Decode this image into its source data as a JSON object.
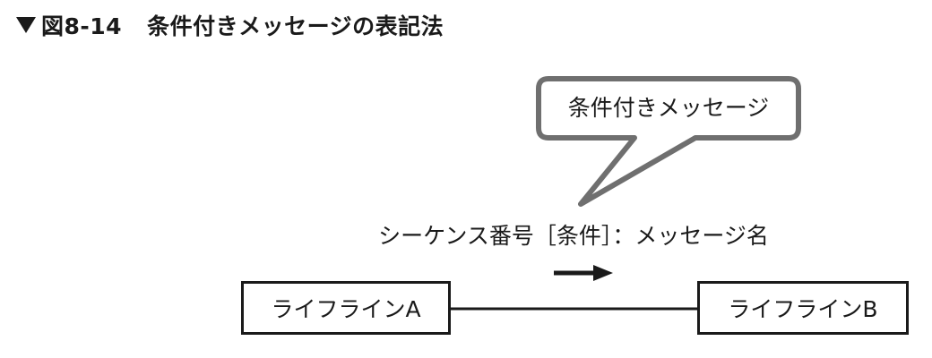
{
  "figure": {
    "label": "図8-14",
    "title": "条件付きメッセージの表記法"
  },
  "diagram": {
    "callout_text": "条件付きメッセージ",
    "message_label": "シーケンス番号［条件］：メッセージ名",
    "lifeline_a": "ライフラインA",
    "lifeline_b": "ライフラインB"
  },
  "colors": {
    "line": "#1a1a1a",
    "callout_border": "#6f6f6f",
    "background": "#ffffff"
  }
}
